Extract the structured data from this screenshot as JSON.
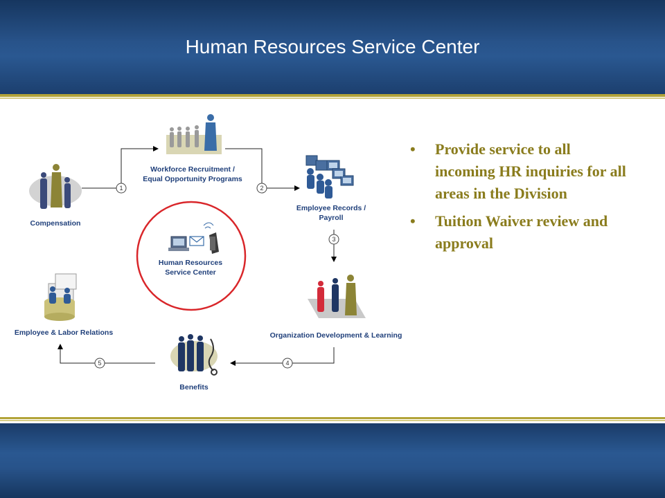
{
  "header": {
    "title": "Human Resources Service Center"
  },
  "diagram": {
    "center": {
      "line1": "Human Resources",
      "line2": "Service Center"
    },
    "nodes": {
      "recruitment": {
        "line1": "Workforce Recruitment /",
        "line2": "Equal Opportunity Programs"
      },
      "compensation": {
        "label": "Compensation"
      },
      "records": {
        "line1": "Employee Records /",
        "line2": "Payroll"
      },
      "orgdev": {
        "label": "Organization Development & Learning"
      },
      "labor": {
        "label": "Employee & Labor Relations"
      },
      "benefits": {
        "label": "Benefits"
      }
    },
    "steps": [
      "1",
      "2",
      "3",
      "4",
      "5"
    ]
  },
  "bullets": [
    "Provide service to all incoming HR inquiries for all areas in the Division",
    "Tuition Waiver review and approval"
  ],
  "colors": {
    "navy": "#28538a",
    "gold": "#b2a338",
    "text_gold": "#8a7c1d",
    "circle_red": "#d9262a",
    "label_blue": "#1f3f7a"
  }
}
